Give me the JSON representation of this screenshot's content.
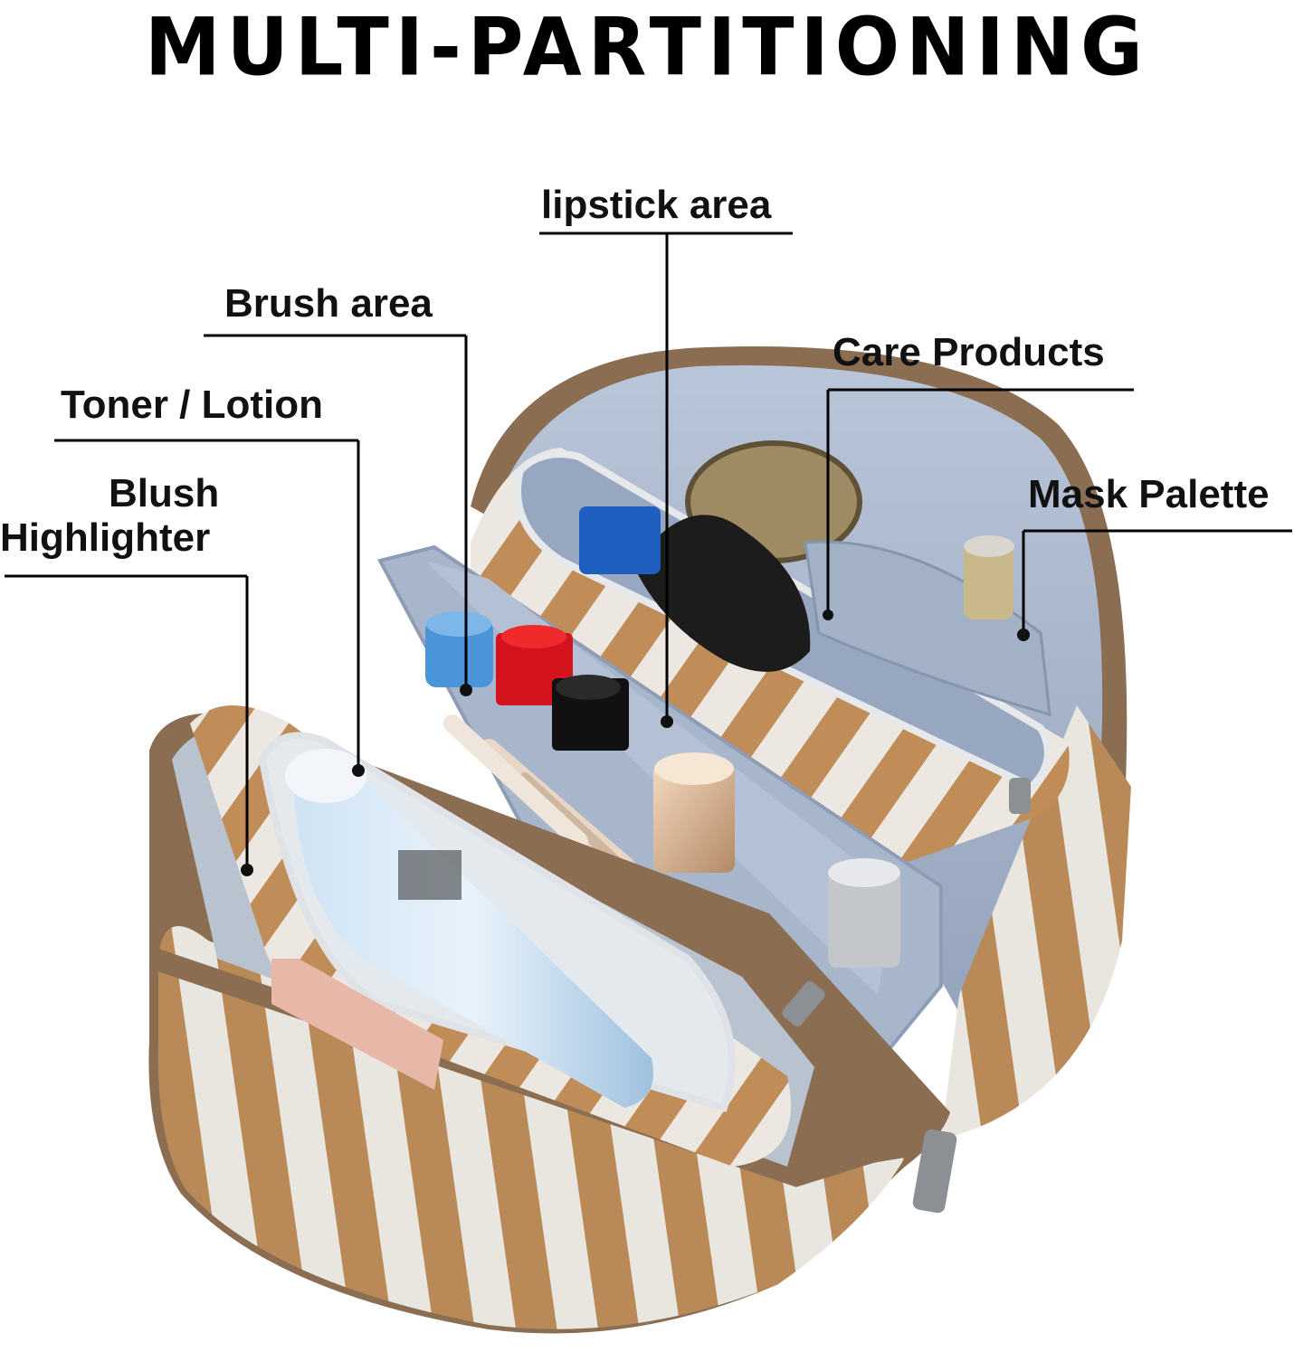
{
  "title": "MULTI-PARTITIONING",
  "callouts": {
    "lipstick": "lipstick area",
    "brush": "Brush area",
    "care": "Care Products",
    "toner": "Toner / Lotion",
    "mask": "Mask Palette",
    "blush": "Blush",
    "highlighter": "Highlighter"
  },
  "colors": {
    "stripe_tan": "#b98a57",
    "stripe_white": "#e9e6df",
    "lining_blue": "#a9b6cb",
    "trim_brown": "#8b6d52"
  }
}
